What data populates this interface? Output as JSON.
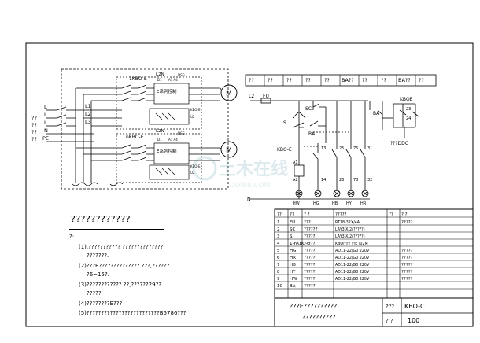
{
  "motors": {
    "top": {
      "breaker": "1KBO-E",
      "unit": "E系列控制",
      "params": [
        "D1",
        "A1 A4",
        "DSG",
        "KBO-E",
        "U2"
      ],
      "label_l2n": "L2N"
    },
    "bottom": {
      "breaker": "nKBO-E",
      "unit": "E系列控制",
      "params": [
        "D1",
        "A1 A4",
        "DSG",
        "KBO-E",
        "U2"
      ],
      "label_l2n": "L2N"
    },
    "motor_symbol": "M",
    "lines": [
      "L1",
      "L2",
      "L3"
    ],
    "left_labels": [
      "L",
      "L",
      "L",
      "N",
      "PE"
    ],
    "left_q": [
      "??",
      "??",
      "??",
      "??"
    ]
  },
  "control": {
    "header_cells": [
      "??",
      "??",
      "??",
      "??",
      "??",
      "BA??",
      "??",
      "??",
      "BA??",
      "??"
    ],
    "supply": {
      "l2": "L2",
      "fu": "FU",
      "n": "N"
    },
    "labels": {
      "sc": "SC",
      "s": "S",
      "ba": "BA",
      "kbo": "KBO-E",
      "a1": "A1",
      "a2": "A2",
      "c13": "13",
      "c14": "14",
      "c25": "25",
      "c75": "75",
      "c31": "31",
      "c26": "26",
      "c78": "78",
      "c32": "32",
      "hw": "HW",
      "hg": "HG",
      "hb": "HB",
      "hy": "HY",
      "hr": "HR",
      "ba_right": "BA",
      "kboe": "KBOE",
      "ddc": "???DDC",
      "t23": "23",
      "t24": "24"
    }
  },
  "component_table": {
    "headers": [
      "??",
      "??",
      "? ?",
      "?????",
      "??",
      "? ?"
    ],
    "rows": [
      [
        "1",
        "FU",
        "???",
        "RT18-32X/4A",
        "",
        "?????"
      ],
      [
        "2",
        "SC",
        "??????",
        "LAY3-X/2(?????)",
        "",
        ""
      ],
      [
        "3",
        "S",
        "?????",
        "LAY3-X/2(?????)",
        "",
        ""
      ],
      [
        "4",
        "1-nKBO-E",
        "?????",
        "KBO□□ □E /02M",
        "",
        ""
      ],
      [
        "5",
        "HG",
        "?????",
        "AD11-22/G0   220V",
        "",
        "?????"
      ],
      [
        "6",
        "HR",
        "?????",
        "AD11-22/G0   220V",
        "",
        "?????"
      ],
      [
        "7",
        "HB",
        "?????",
        "AD11-22/G0   220V",
        "",
        "?????"
      ],
      [
        "8",
        "HY",
        "?????",
        "AD11-22/G0   220V",
        "",
        "?????"
      ],
      [
        "9",
        "HW",
        "?????",
        "AD11-22/G0   220V",
        "",
        "?????"
      ],
      [
        "10",
        "BA",
        "?????",
        "",
        "",
        ""
      ]
    ]
  },
  "title_block": {
    "title_line1": "???E??????????",
    "title_line2": "??????????",
    "code_label": "???",
    "code": "KBO-C",
    "sheet_label": "? ?",
    "sheet": "100"
  },
  "notes": {
    "title": "????????????",
    "intro": "?:",
    "items": [
      "(1).???????????     ??????????????",
      "???????.",
      "(2)???E??????????????        ???,??????",
      "?6~15?.",
      "(3)????????????       ??,??????29??",
      "?????.",
      "(4)????????E???",
      "(5)?????????????????????????B5786???"
    ]
  },
  "watermark": {
    "text": "土木在线",
    "sub": "COI88.COM"
  }
}
